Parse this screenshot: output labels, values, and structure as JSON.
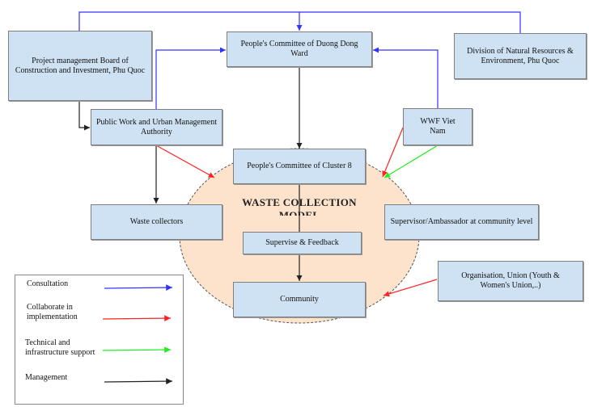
{
  "diagram": {
    "title": "WASTE COLLECTION MODEL",
    "nodes": {
      "pmb": "Project management Board of Construction and Investment, Phu Quoc",
      "pc_ward": "People's Committee of Duong Dong Ward",
      "division": "Division of Natural Resources & Environment, Phu Quoc",
      "public_work": "Public Work and Urban Management Authority",
      "wwf": "WWF Viet Nam",
      "cluster": "People's Committee of Cluster 8",
      "waste_collectors": "Waste collectors",
      "supervisor": "Supervisor/Ambassador at community level",
      "supervise": "Supervise & Feedback",
      "community": "Community",
      "organisation": "Organisation, Union (Youth & Women's Union,..)"
    },
    "colors": {
      "consultation": "#3333ff",
      "collaborate": "#ff2222",
      "technical": "#22ee22",
      "management": "#222222",
      "box": "#cfe2f3",
      "model": "#fde3cc"
    }
  },
  "legend": {
    "consultation": "Consultation",
    "collaborate": "Collaborate in implementation",
    "technical": "Technical and infrastructure support",
    "management": "Management"
  }
}
